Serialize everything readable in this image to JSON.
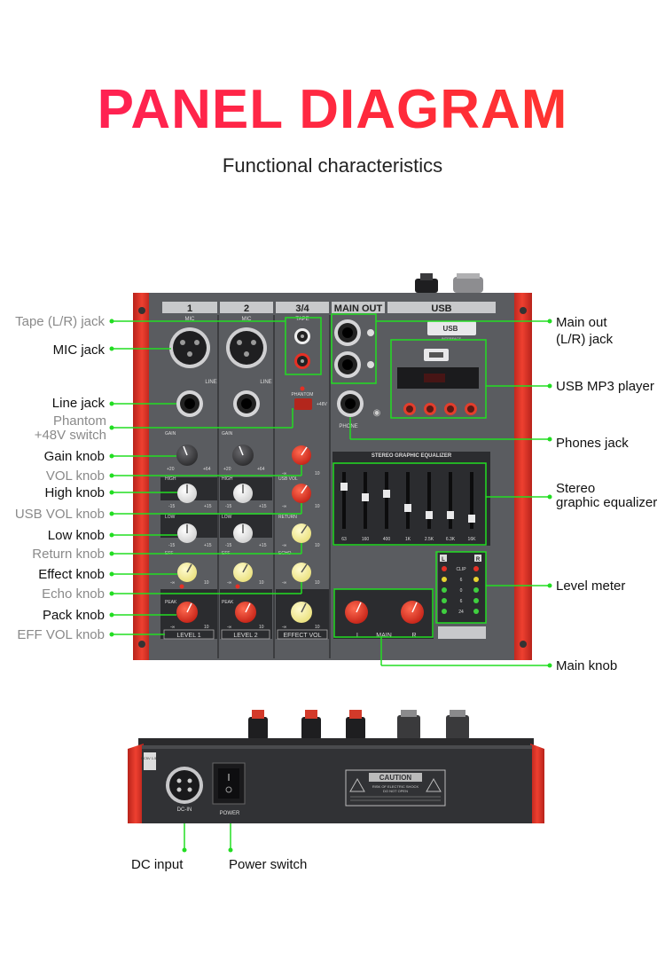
{
  "header": {
    "title": "PANEL DIAGRAM",
    "subtitle": "Functional characteristics"
  },
  "colors": {
    "accent_red": "#e8362a",
    "callout_green": "#22dd22",
    "panel_gray": "#5a5c60",
    "panel_dark": "#2b2c2f"
  },
  "left_labels": [
    {
      "text": "Tape (L/R) jack",
      "muted": true
    },
    {
      "text": "MIC jack",
      "muted": false
    },
    {
      "text": "Line jack",
      "muted": false
    },
    {
      "text": "Phantom",
      "muted": true
    },
    {
      "text": "+48V switch",
      "muted": true
    },
    {
      "text": "Gain knob",
      "muted": false
    },
    {
      "text": "VOL knob",
      "muted": true
    },
    {
      "text": "High knob",
      "muted": false
    },
    {
      "text": "USB VOL knob",
      "muted": true
    },
    {
      "text": "Low knob",
      "muted": false
    },
    {
      "text": "Return knob",
      "muted": true
    },
    {
      "text": "Effect knob",
      "muted": false
    },
    {
      "text": "Echo knob",
      "muted": true
    },
    {
      "text": "Pack knob",
      "muted": false
    },
    {
      "text": "EFF VOL knob",
      "muted": true
    }
  ],
  "right_labels": [
    {
      "text": "Main out"
    },
    {
      "text": "(L/R) jack"
    },
    {
      "text": "USB MP3 player"
    },
    {
      "text": "Phones jack"
    },
    {
      "text": "Stereo"
    },
    {
      "text": "graphic equalizer"
    },
    {
      "text": "Level meter"
    },
    {
      "text": "Main knob"
    }
  ],
  "bottom_labels": [
    {
      "text": "DC input"
    },
    {
      "text": "Power switch"
    }
  ],
  "panel": {
    "channel_headers": [
      "1",
      "2",
      "3/4",
      "MAIN OUT",
      "USB"
    ],
    "mic_label": "MIC",
    "line_label": "LINE",
    "tape_label": "TAPE",
    "phantom_label": "PHANTOM",
    "phantom_value": "+48V",
    "phone_label": "PHONE",
    "gain_label": "GAIN",
    "high_label": "HIGH",
    "low_label": "LOW",
    "eff_label": "EFF",
    "echo_label": "ECHO",
    "return_label": "RETURN",
    "peak_label": "PEAK",
    "usb_vol_label": "USB VOL",
    "level_1": "LEVEL 1",
    "level_2": "LEVEL 2",
    "effect_vol": "EFFECT VOL",
    "main_label": "MAIN",
    "main_l": "L",
    "main_r": "R",
    "usb_logo": "USB",
    "usb_sub": "INTERFACE",
    "eq_title": "STEREO GRAPHIC EQUALIZER",
    "eq_bands": [
      "63",
      "160",
      "400",
      "1K",
      "2.5K",
      "6.3K",
      "16K"
    ],
    "meter_clip": "CLIP",
    "meter_levels": [
      "6",
      "0",
      "6",
      "24"
    ],
    "meter_l": "L",
    "meter_r": "R",
    "scale_minus15": "-15",
    "scale_plus15": "+15",
    "scale_min": "-∞",
    "scale_10": "10",
    "scale_20": "+20",
    "scale_64": "+64"
  },
  "rear": {
    "voltage_tag": "DC5V 1.5A",
    "dc_in": "DC-IN",
    "power": "POWER",
    "caution_title": "CAUTION",
    "caution_line1": "RISK OF ELECTRIC SHOCK",
    "caution_line2": "DO NOT OPEN"
  }
}
